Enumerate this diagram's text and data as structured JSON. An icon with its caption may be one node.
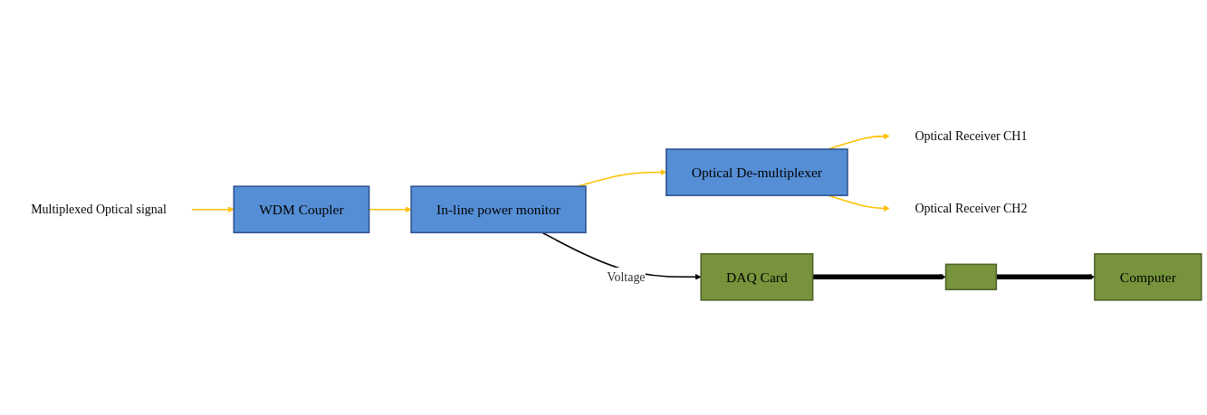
{
  "diagram": {
    "nodes": [
      {
        "text": [
          "Multiplexed Optical signal"
        ]
      },
      {
        "text": [
          "WDM Coupler"
        ]
      },
      {
        "text": [
          "In-line power monitor"
        ]
      },
      {
        "text": [
          "Optical De-multiplexer"
        ]
      },
      {
        "text": [
          "Optical Receiver CH1"
        ]
      },
      {
        "text": [
          "Optical Receiver CH2"
        ]
      },
      {
        "text": [
          "DAQ Card"
        ]
      },
      {
        "text": [],
        "shape": "box"
      },
      {
        "text": [
          "Computer"
        ]
      }
    ],
    "edges": [
      {
        "from": 0,
        "to": 1,
        "arrow": "to"
      },
      {
        "from": 1,
        "to": 2,
        "arrow": "to"
      },
      {
        "from": 2,
        "to": 3,
        "arrow": "to"
      },
      {
        "from": 3,
        "to": 4,
        "arrow": "to"
      },
      {
        "from": 3,
        "to": 5,
        "arrow": "to"
      },
      {
        "from": 2,
        "to": 6,
        "arrow": "to",
        "label": "Voltage",
        "color": "#000000"
      },
      {
        "from": 6,
        "to": 7,
        "arrow": "to",
        "style": "thick",
        "color": "#000000"
      },
      {
        "from": 7,
        "to": 8,
        "arrow": "to",
        "style": "thick",
        "color": "#000000"
      }
    ]
  }
}
